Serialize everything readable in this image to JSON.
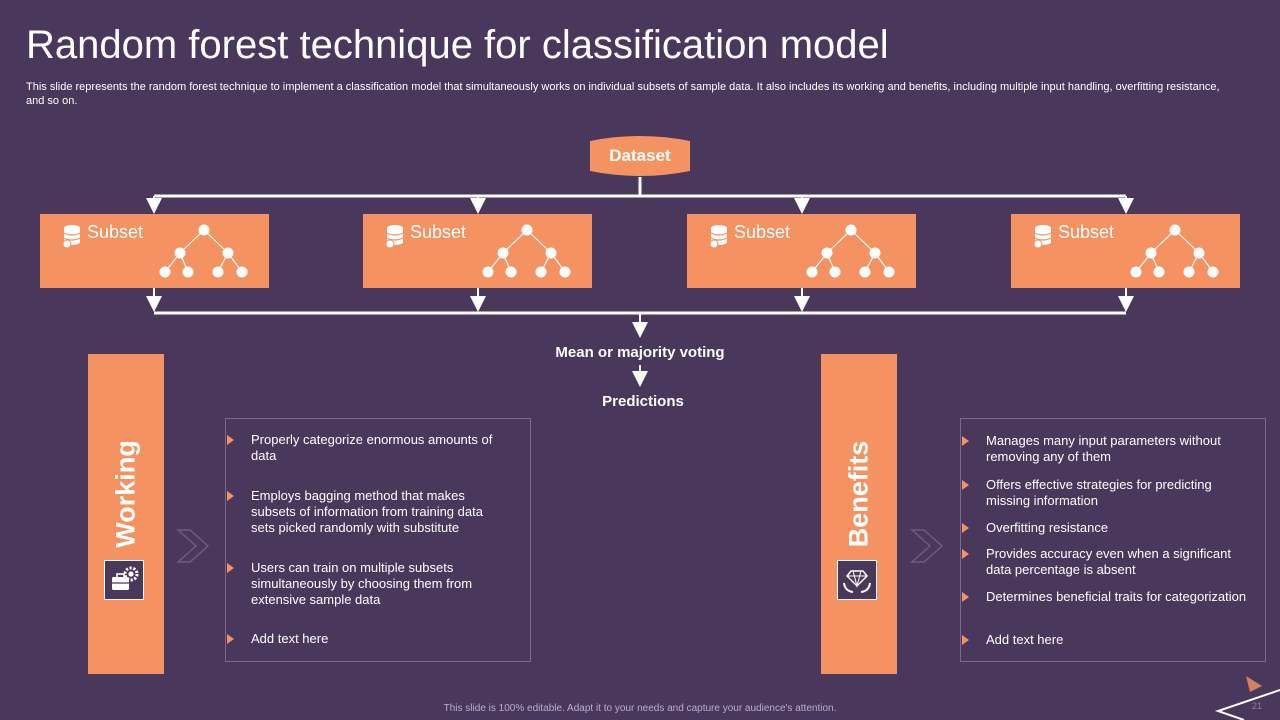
{
  "header": {
    "title": "Random forest technique for classification model",
    "subtitle": "This slide represents the random forest technique to implement a classification model that simultaneously works on individual subsets of sample data. It also includes its working and benefits, including multiple input handling, overfitting resistance, and so on."
  },
  "diagram": {
    "dataset_label": "Dataset",
    "subsets": [
      {
        "label": "Subset"
      },
      {
        "label": "Subset"
      },
      {
        "label": "Subset"
      },
      {
        "label": "Subset"
      }
    ],
    "voting_label": "Mean or majority voting",
    "predictions_label": "Predictions"
  },
  "working": {
    "title": "Working",
    "icon": "gear-briefcase-icon",
    "items": [
      "Properly categorize enormous amounts of data",
      "Employs bagging method that makes subsets of information from training data sets picked randomly with substitute",
      "Users can train on multiple subsets simultaneously by choosing them from extensive sample data",
      "Add text here"
    ]
  },
  "benefits": {
    "title": "Benefits",
    "icon": "diamond-hands-icon",
    "items": [
      "Manages many input parameters without removing any of them",
      "Offers effective strategies for predicting missing information",
      "Overfitting resistance",
      "Provides accuracy even when a significant data percentage is absent",
      "Determines beneficial traits for categorization",
      "Add text here"
    ]
  },
  "footer": {
    "note": "This slide is 100% editable. Adapt it to your needs and capture your audience's attention.",
    "slide_number": "21"
  },
  "colors": {
    "background": "#4a385c",
    "accent": "#f59262",
    "text": "#ffffff"
  }
}
